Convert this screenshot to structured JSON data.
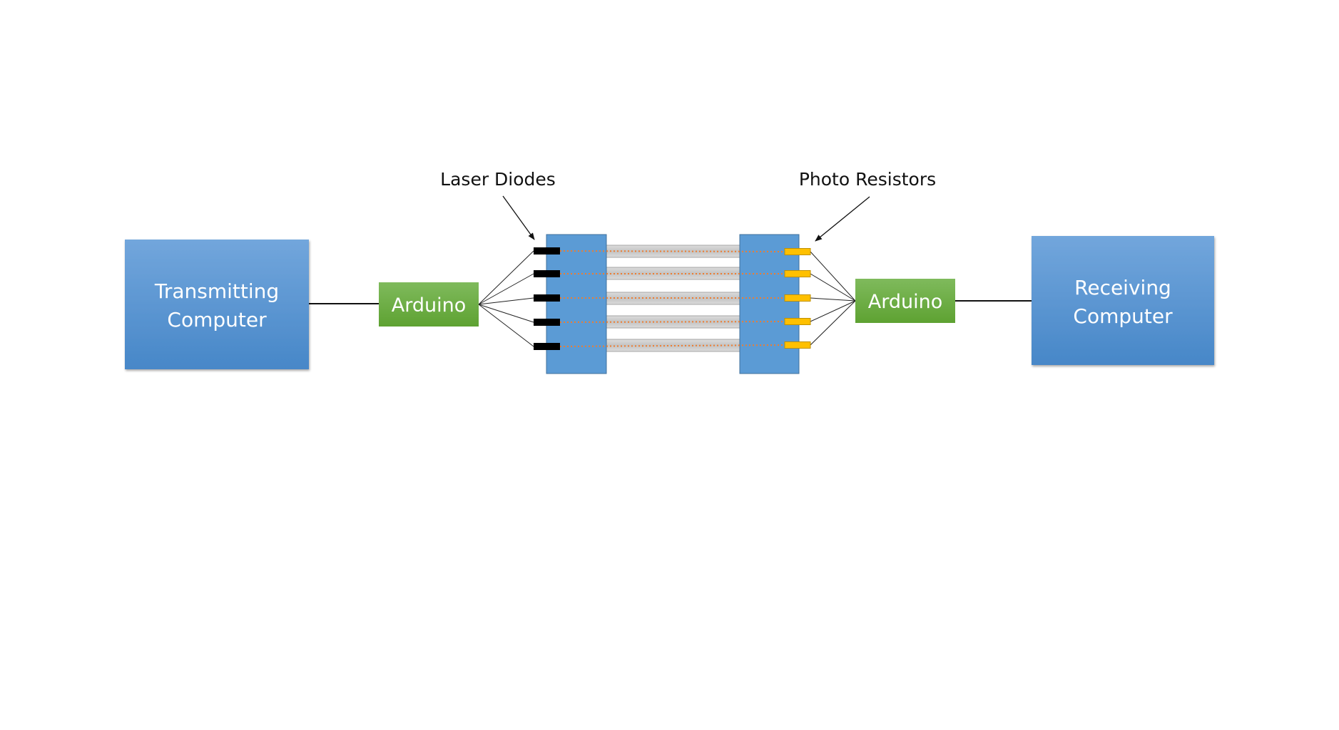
{
  "title": "Optical fiber communication system block diagram",
  "labels": {
    "laser_diodes": "Laser Diodes",
    "photo_resistors": "Photo Resistors"
  },
  "nodes": {
    "transmitting_computer": {
      "line1": "Transmitting",
      "line2": "Computer"
    },
    "transmitter_arduino": {
      "text": "Arduino"
    },
    "receiver_arduino": {
      "text": "Arduino"
    },
    "receiving_computer": {
      "line1": "Receiving",
      "line2": "Computer"
    }
  },
  "channels": {
    "count": 5,
    "emitter": "laser diode",
    "detector": "photo resistor"
  },
  "colors": {
    "computer_top": "#72a6dc",
    "computer_bottom": "#4787c8",
    "arduino_top": "#7fba5c",
    "arduino_bottom": "#5ea232",
    "mount_block": "#5b9bd5",
    "mount_border": "#41719c",
    "diode": "#000000",
    "resistor": "#ffc000",
    "resistor_border": "#bf9000",
    "fiber_light": "#dcdcdc",
    "fiber_mid": "#c3c3c3",
    "fiber_border": "#a6a6a6",
    "laser_beam": "#ed7d31",
    "wire": "#222222"
  }
}
